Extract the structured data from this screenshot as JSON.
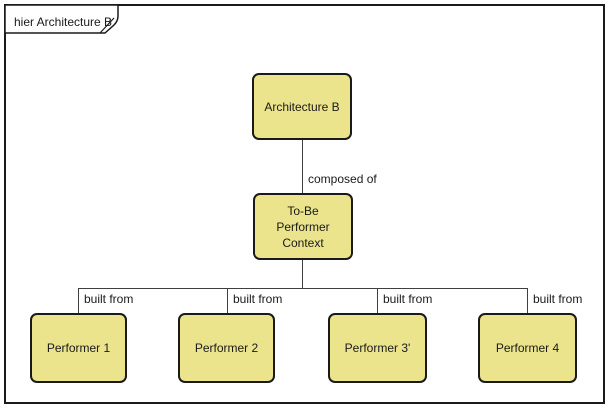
{
  "frame": {
    "tab_label": "hier Architecture B"
  },
  "colors": {
    "node_fill": "#ebe48c",
    "node_border": "#1a1a1a",
    "line": "#3f3f3f",
    "frame_border": "#1a1a1a",
    "text": "#1a1a1a",
    "background": "#ffffff"
  },
  "diagram": {
    "nodes": [
      {
        "id": "architecture-b",
        "label": "Architecture B"
      },
      {
        "id": "to-be-performer-context",
        "label": "To-Be Performer Context"
      },
      {
        "id": "performer-1",
        "label": "Performer 1"
      },
      {
        "id": "performer-2",
        "label": "Performer 2"
      },
      {
        "id": "performer-3-prime",
        "label": "Performer 3'"
      },
      {
        "id": "performer-4",
        "label": "Performer 4"
      }
    ],
    "edges": [
      {
        "from": "Architecture B",
        "to": "To-Be Performer Context",
        "label": "composed of"
      },
      {
        "from": "To-Be Performer Context",
        "to": "Performer 1",
        "label": "built from"
      },
      {
        "from": "To-Be Performer Context",
        "to": "Performer 2",
        "label": "built from"
      },
      {
        "from": "To-Be Performer Context",
        "to": "Performer 3'",
        "label": "built from"
      },
      {
        "from": "To-Be Performer Context",
        "to": "Performer 4",
        "label": "built from"
      }
    ]
  }
}
